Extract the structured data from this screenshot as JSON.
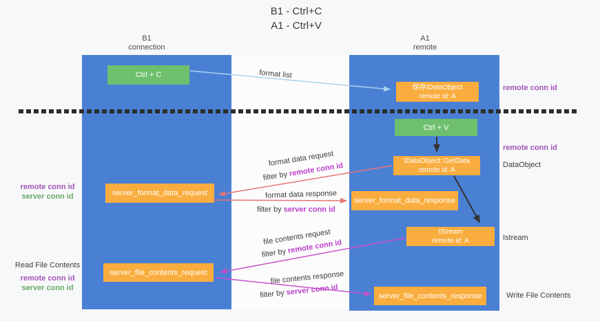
{
  "title": {
    "line1": "B1 - Ctrl+C",
    "line2": "A1 - Ctrl+V"
  },
  "lanes": {
    "left": {
      "name": "B1",
      "role": "connection"
    },
    "right": {
      "name": "A1",
      "role": "remote"
    }
  },
  "boxes": {
    "ctrl_c": {
      "label": "Ctrl + C"
    },
    "save_idataobject": {
      "line1": "保存IDataObject",
      "line2": "remote id: A"
    },
    "ctrl_v": {
      "label": "Ctrl + V"
    },
    "idataobject_getdata": {
      "line1": "IDataObject::GetData",
      "line2": "remote id: A"
    },
    "server_format_data_request": {
      "label": "server_format_data_request"
    },
    "server_format_data_response": {
      "label": "server_format_data_response"
    },
    "istream": {
      "line1": "IStream",
      "line2": "remote id: A"
    },
    "server_file_contents_request": {
      "label": "server_file_contents_request"
    },
    "server_file_contents_response": {
      "label": "server_file_contents_response"
    }
  },
  "arrow_labels": {
    "format_list": "format list",
    "format_data_request": "format data request",
    "format_data_response": "format data response",
    "file_contents_request": "file contents request",
    "file_contents_response": "file contents response",
    "filter_by": "filter by",
    "remote_conn_id": "remote conn id",
    "server_conn_id": "server conn id"
  },
  "side_labels": {
    "left": {
      "remote_conn_id_1": "remote conn id",
      "server_conn_id_1": "server conn id",
      "read_file_contents": "Read File Contents",
      "remote_conn_id_2": "remote conn id",
      "server_conn_id_2": "server conn id"
    },
    "right": {
      "remote_conn_id_1": "remote conn id",
      "remote_conn_id_2": "remote conn id",
      "dataobject": "DataObject",
      "istream": "Istream",
      "write_file_contents": "Write File Contents"
    }
  },
  "colors": {
    "lane_blue": "#4a80d4",
    "box_green": "#6ec06f",
    "box_orange": "#f9ad3e",
    "arrow_red": "#e87474",
    "arrow_magenta": "#c84fc8",
    "arrow_light_blue": "#a9d3ee",
    "arrow_black": "#333333",
    "text_purple": "#a254b8",
    "text_magenta": "#bb3ec9",
    "text_green": "#68aa66"
  }
}
